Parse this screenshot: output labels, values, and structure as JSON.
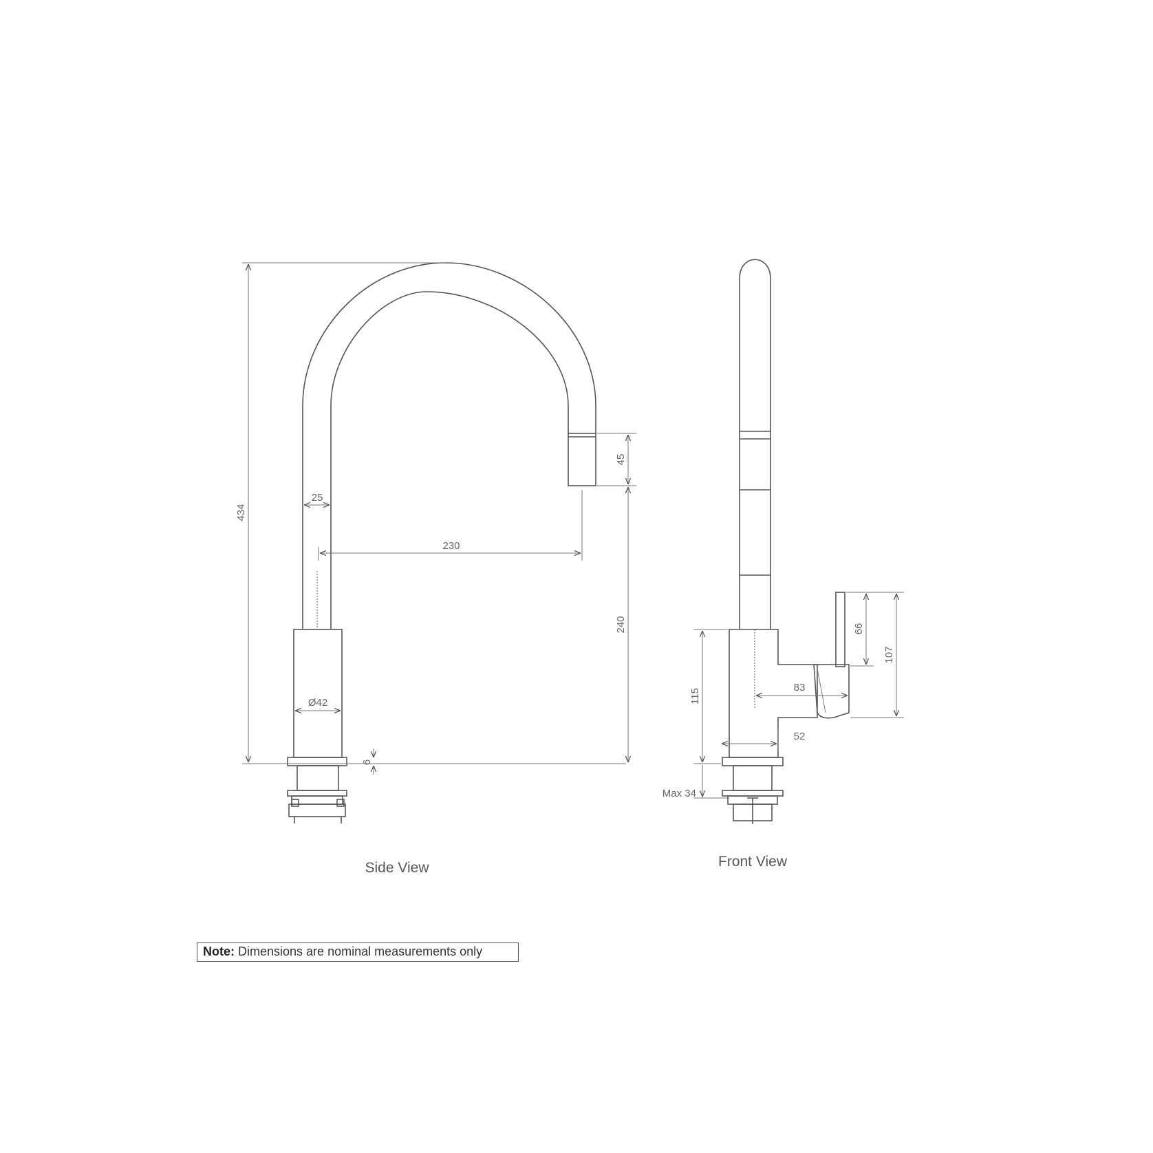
{
  "views": {
    "side": "Side View",
    "front": "Front View"
  },
  "dimensions": {
    "total_height": "434",
    "outlet_length": "45",
    "pipe_diameter": "25",
    "reach": "230",
    "outlet_height": "240",
    "body_diameter": "Ø42",
    "base_plate": "6",
    "lever_height": "66",
    "handle_height": "107",
    "handle_reach": "83",
    "body_height": "115",
    "body_width": "52",
    "max_thickness": "Max 34"
  },
  "note": {
    "label": "Note:",
    "text": "Dimensions are nominal measurements only"
  }
}
